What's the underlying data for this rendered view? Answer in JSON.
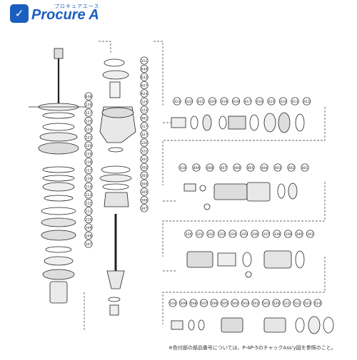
{
  "logo": {
    "brand_text": "Procure A",
    "kana": "プロキュアエース"
  },
  "footnote": "※色付部の部品番号については、P-4P-5のチャックAss'y図を参照のこと。",
  "diagram": {
    "type": "exploded parts diagram",
    "callouts": {
      "col_a": [
        "838",
        "129",
        "127",
        "125",
        "124",
        "121",
        "120",
        "119",
        "118",
        "117",
        "116",
        "115",
        "113",
        "112",
        "111",
        "110",
        "109",
        "108",
        "107"
      ],
      "col_b": [
        "311",
        "639",
        "633",
        "627",
        "624",
        "125",
        "122",
        "901",
        "317",
        "327",
        "126",
        "322",
        "301",
        "302",
        "303",
        "304",
        "305",
        "306",
        "307"
      ],
      "row_c": [
        "423",
        "422",
        "421",
        "420",
        "419",
        "418",
        "417",
        "416",
        "415",
        "414",
        "413",
        "412"
      ],
      "row_d": [
        "410",
        "409",
        "408",
        "407",
        "406",
        "405",
        "404",
        "403",
        "402",
        "401"
      ],
      "row_e": [
        "330",
        "331",
        "332",
        "333",
        "334",
        "335",
        "336",
        "337",
        "338",
        "339",
        "340",
        "341"
      ],
      "row_f": [
        "510",
        "509",
        "508",
        "507",
        "506",
        "505",
        "504",
        "503",
        "502",
        "501",
        "520",
        "521",
        "522",
        "523",
        "524"
      ]
    }
  }
}
